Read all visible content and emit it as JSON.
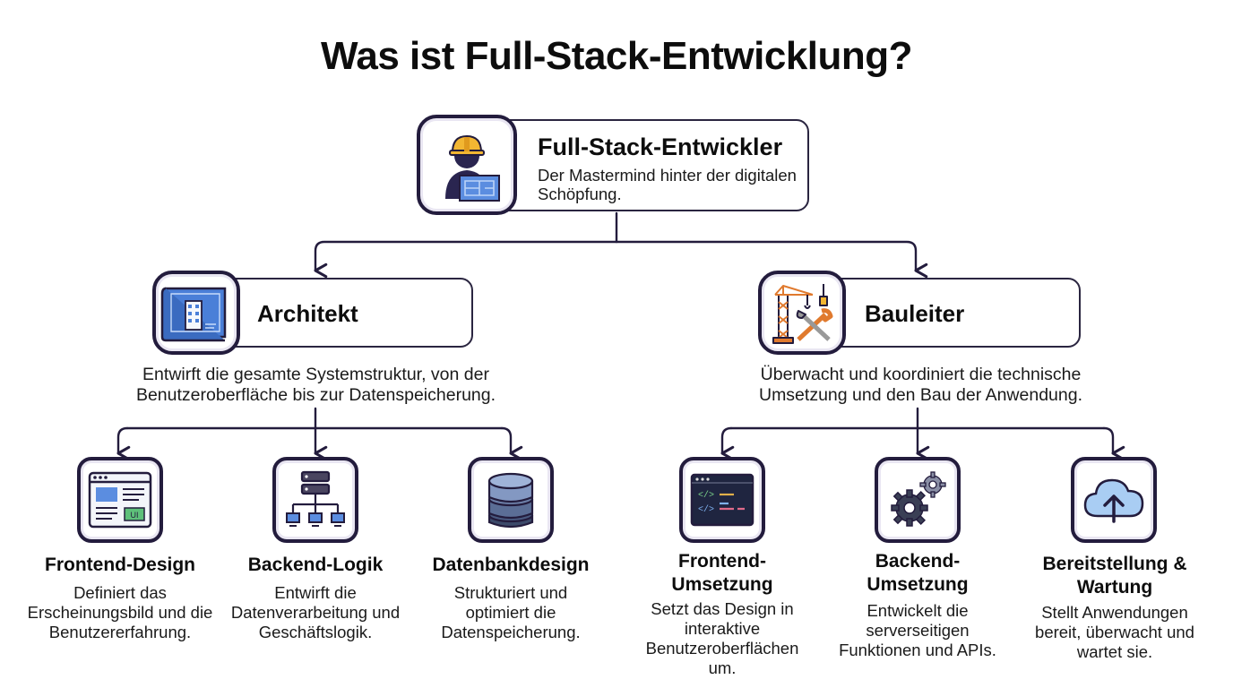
{
  "title": "Was ist Full-Stack-Entwicklung?",
  "root": {
    "title": "Full-Stack-Entwickler",
    "subtitle": "Der Mastermind hinter der digitalen Schöpfung.",
    "icon": "developer-blueprint-icon"
  },
  "branches": [
    {
      "title": "Architekt",
      "description": "Entwirft die gesamte Systemstruktur, von der Benutzeroberfläche bis zur Datenspeicherung.",
      "icon": "blueprint-icon",
      "leaves": [
        {
          "title": "Frontend-Design",
          "description": "Definiert das Erscheinungsbild und die Benutzererfahrung.",
          "icon": "ui-layout-icon"
        },
        {
          "title": "Backend-Logik",
          "description": "Entwirft die Datenverarbeitung und Geschäftslogik.",
          "icon": "server-network-icon"
        },
        {
          "title": "Datenbankdesign",
          "description": "Strukturiert und optimiert die Datenspeicherung.",
          "icon": "database-icon"
        }
      ]
    },
    {
      "title": "Bauleiter",
      "description": "Überwacht und koordiniert die technische Umsetzung und den Bau der Anwendung.",
      "icon": "crane-tools-icon",
      "leaves": [
        {
          "title": "Frontend-Umsetzung",
          "description": "Setzt das Design in interaktive Benutzeroberflächen um.",
          "icon": "code-window-icon"
        },
        {
          "title": "Backend-Umsetzung",
          "description": "Entwickelt die serverseitigen Funktionen und APIs.",
          "icon": "gears-icon"
        },
        {
          "title": "Bereitstellung & Wartung",
          "description": "Stellt Anwendungen bereit, überwacht und wartet sie.",
          "icon": "cloud-upload-icon"
        }
      ]
    }
  ],
  "colors": {
    "outline": "#231c3d",
    "accent_blue": "#4a7fd8",
    "accent_yellow": "#f2b632",
    "accent_orange": "#e07a2e"
  }
}
